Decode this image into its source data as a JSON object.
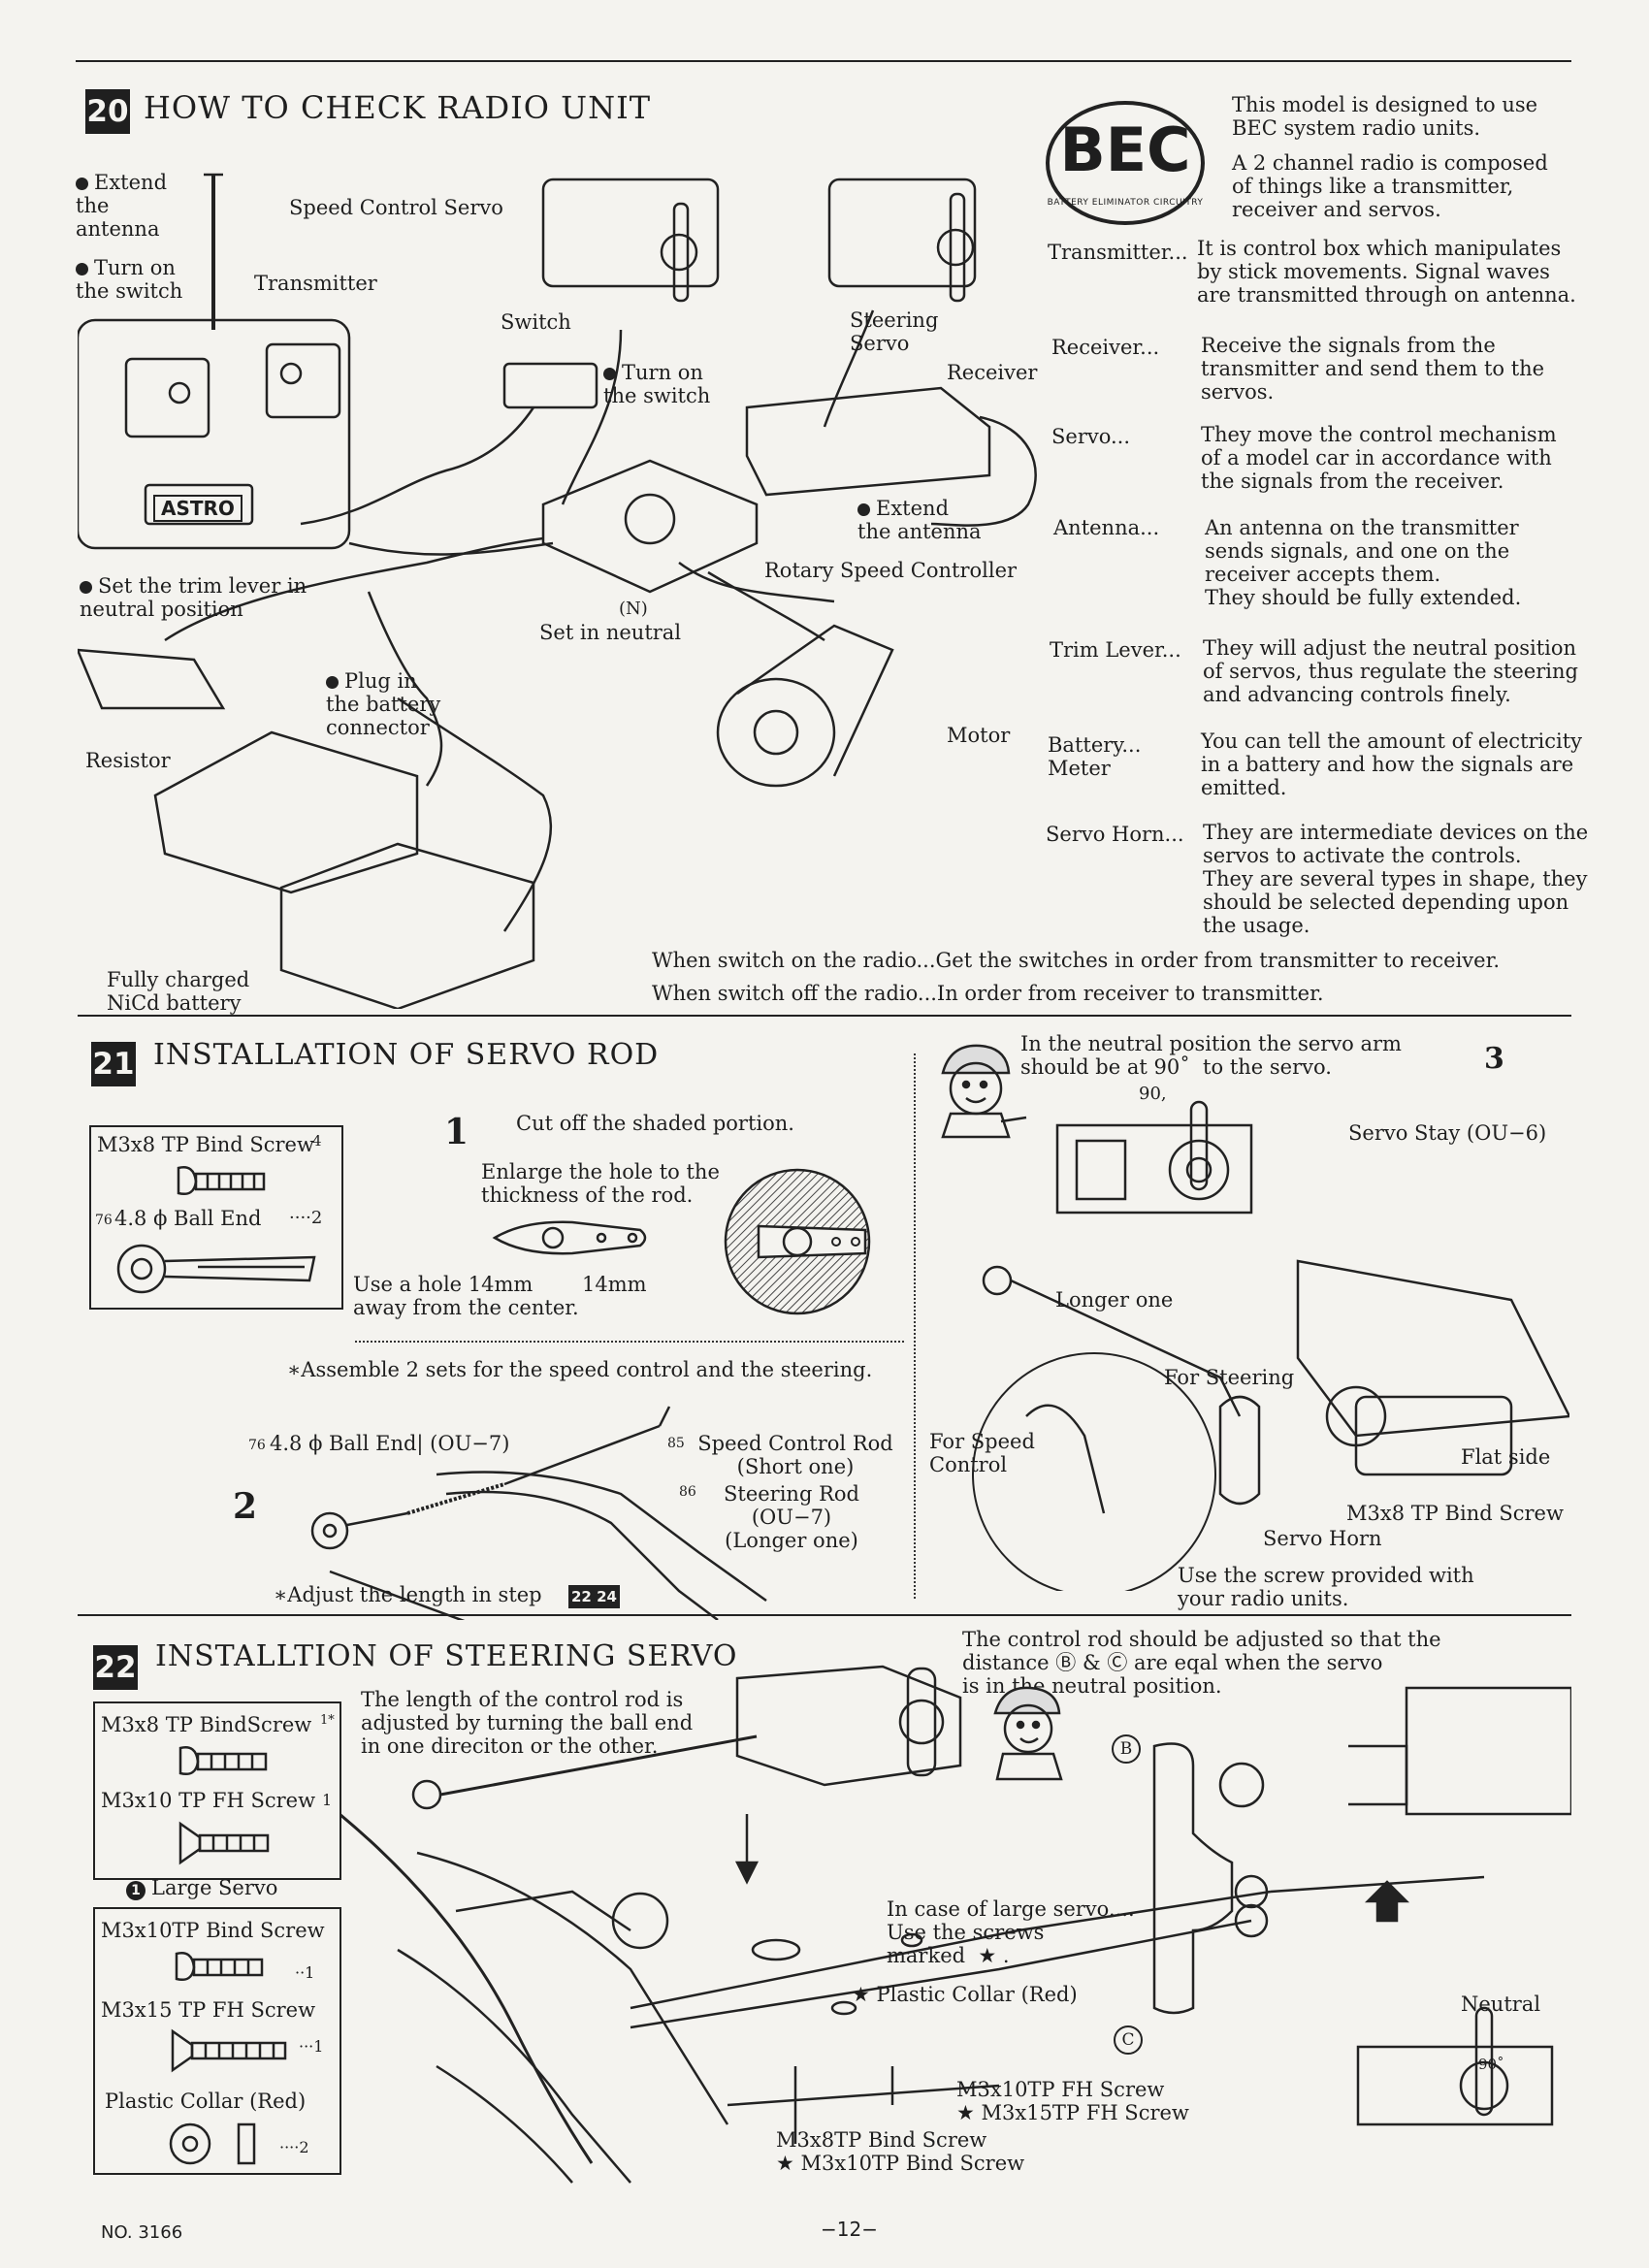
{
  "s20": {
    "num": "20",
    "title": "HOW TO CHECK RADIO UNIT",
    "labels": {
      "extend_antenna": "Extend\nthe\nantenna",
      "turn_on_switch": "Turn on\nthe switch",
      "transmitter": "Transmitter",
      "speed_control_servo": "Speed Control Servo",
      "switch": "Switch",
      "turn_on_switch2": "Turn on\nthe switch",
      "steering_servo": "Steering\nServo",
      "receiver": "Receiver",
      "extend_antenna2": "Extend\nthe antenna",
      "rotary_speed_controller": "Rotary Speed Controller",
      "set_trim": "Set the trim lever in\nneutral position",
      "n_mark": "(N)",
      "set_neutral": "Set in neutral",
      "plug_battery": "Plug in\nthe battery\nconnector",
      "resistor": "Resistor",
      "motor": "Motor",
      "battery": "Fully charged\nNiCd battery",
      "astro": "ASTRO"
    },
    "bec": {
      "logo": "BEC",
      "logo_ring": "BATTERY ELIMINATOR CIRCUITRY",
      "p1": "This model is designed to use BEC system radio units.",
      "p2": "A 2 channel radio is composed of things like a transmitter, receiver and servos."
    },
    "glossary": [
      {
        "term": "Transmitter...",
        "def": "It is control box which manipulates\nby stick movements. Signal waves\nare transmitted through on antenna."
      },
      {
        "term": "Receiver...",
        "def": "Receive the signals from the\ntransmitter and send them to the\nservos."
      },
      {
        "term": "Servo...",
        "def": "They move the control mechanism\nof a model car in accordance with\nthe signals from the receiver."
      },
      {
        "term": "Antenna...",
        "def": "An antenna on the transmitter\nsends signals, and one on the\nreceiver accepts them.\nThey should be fully extended."
      },
      {
        "term": "Trim Lever...",
        "def": "They will adjust the neutral position\nof servos, thus regulate the steering\nand advancing controls finely."
      },
      {
        "term": "Battery...\nMeter",
        "def": "You can tell the amount of electricity\nin a battery and how the signals are\nemitted."
      },
      {
        "term": "Servo Horn...",
        "def": "They are intermediate devices on the\nservos to activate the controls.\nThey are several types in shape, they\nshould be selected depending upon\nthe usage."
      }
    ],
    "switch_on": "When switch on the radio...Get the switches in order from transmitter to receiver.",
    "switch_off": "When switch off the radio...In order from receiver to transmitter."
  },
  "s21": {
    "num": "21",
    "title": "INSTALLATION OF SERVO ROD",
    "parts": {
      "screw": "M3x8 TP Bind Screw",
      "screw_qty": "4",
      "ballend": "4.8 ϕ Ball End",
      "ballend_ref": "76",
      "ballend_qty": "····2"
    },
    "step1": "1",
    "cut_off": "Cut off the shaded portion.",
    "enlarge": "Enlarge the hole to the\nthickness of the rod.",
    "hole14": "Use a hole 14mm\naway from the center.",
    "mm14": "14mm",
    "assemble": "∗Assemble 2 sets for the speed control and the steering.",
    "step2": "2",
    "ball_end2": "4.8 ϕ Ball End| (OU−7)",
    "ball_end2_ref": "76",
    "speed_rod": "Speed Control Rod\n(Short one)",
    "speed_rod_ref": "85",
    "steering_rod": "Steering Rod\n(OU−7)\n(Longer one)",
    "steering_rod_ref": "86",
    "adjust": "∗Adjust the length in step",
    "adjust_refs": "22 24",
    "neutral_note": "In the neutral position the servo arm\nshould be at 90˚  to the servo.",
    "deg90": "90,",
    "step3": "3",
    "servo_stay": "Servo Stay  (OU−6)",
    "longer_one": "Longer one",
    "for_steering": "For Steering",
    "for_speed": "For Speed\nControl",
    "flat_side": "Flat side",
    "m3x8": "M3x8 TP Bind Screw",
    "servo_horn": "Servo Horn",
    "use_screw": "Use the screw provided with\nyour radio units."
  },
  "s22": {
    "num": "22",
    "title": "INSTALLTION OF STEERING SERVO",
    "parts1": {
      "a": "M3x8 TP BindScrew",
      "a_qty": "1*",
      "b": "M3x10 TP FH Screw",
      "b_qty": "1"
    },
    "large_servo": "Large Servo",
    "large_servo_num": "1",
    "parts2": {
      "a": "M3x10TP Bind Screw",
      "a_qty": "··1",
      "b": "M3x15 TP FH Screw",
      "b_qty": "···1",
      "c": "Plastic Collar  (Red)",
      "c_qty": "····2"
    },
    "rod_length": "The length of the control rod is\nadjusted by turning the ball end\nin one direciton or the other.",
    "adjust_note": "The control rod should be adjusted so that the\ndistance Ⓑ & Ⓒ are eqal when the servo\nis in the neutral position.",
    "b_mark": "B",
    "c_mark": "C",
    "large_case": "In case of large servo....\nUse the screws\nmarked  ★ .",
    "collar": "★ Plastic Collar  (Red)",
    "neutral": "Neutral",
    "fh_screws": "M3x10TP FH Screw\n★ M3x15TP FH Screw",
    "bind_screws": "M3x8TP Bind Screw\n★ M3x10TP Bind Screw",
    "deg90": "90˚"
  },
  "footer": {
    "no": "NO. 3166",
    "page": "−12−"
  }
}
